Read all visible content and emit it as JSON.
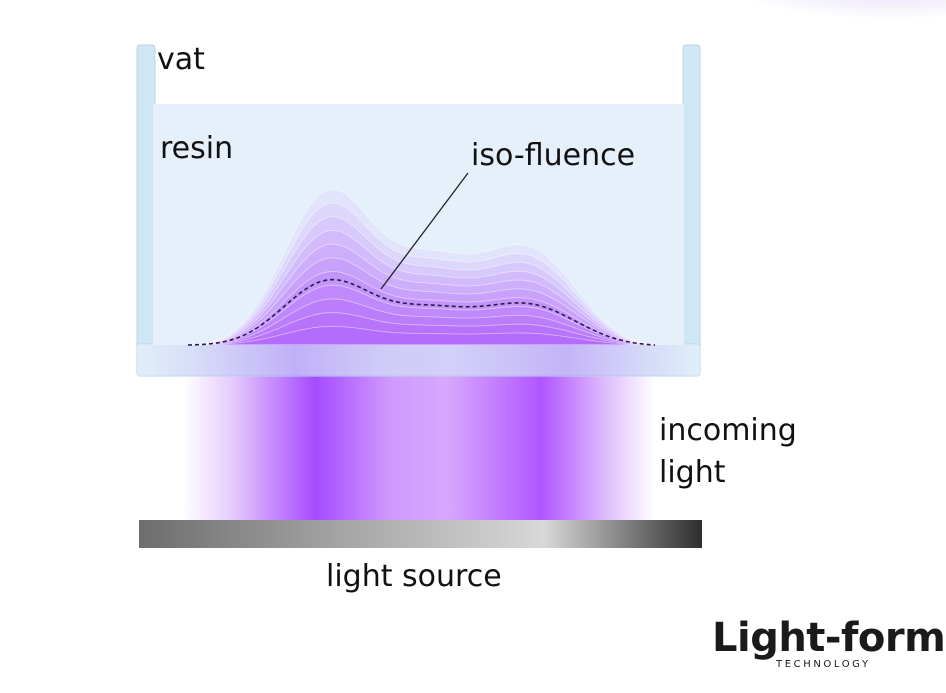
{
  "labels": {
    "vat": "vat",
    "resin": "resin",
    "iso_fluence": "iso-fluence",
    "incoming_light_line1": "incoming",
    "incoming_light_line2": "light",
    "light_source": "light source"
  },
  "logo": {
    "wordmark": "Light-form",
    "subtitle": "TECHNOLOGY"
  },
  "colors": {
    "vat_wall": "#cfe6f5",
    "resin": "#e6f0fb",
    "light_purple": "#a74bff",
    "text": "#111111"
  }
}
